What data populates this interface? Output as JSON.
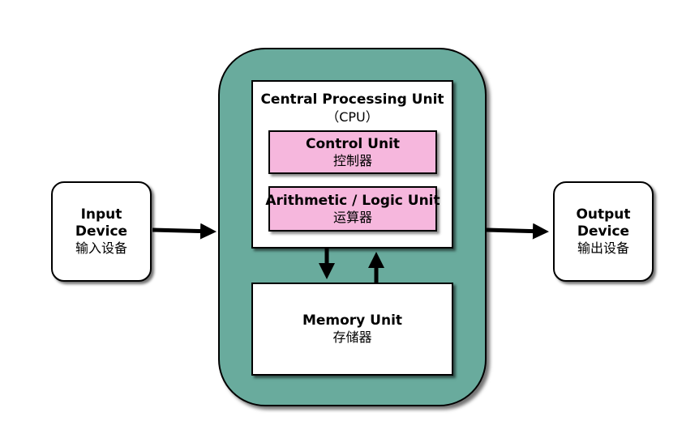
{
  "colors": {
    "computer_fill": "#69ab9d",
    "unit_fill": "#f6b7dd",
    "stroke": "#000000"
  },
  "input_device": {
    "line1": "Input",
    "line2": "Device",
    "zh": "输入设备"
  },
  "output_device": {
    "line1": "Output",
    "line2": "Device",
    "zh": "输出设备"
  },
  "cpu": {
    "title": "Central Processing Unit",
    "abbr": "（CPU）",
    "control_unit": {
      "en": "Control Unit",
      "zh": "控制器"
    },
    "alu": {
      "en": "Arithmetic / Logic Unit",
      "zh": "运算器"
    }
  },
  "memory": {
    "en": "Memory Unit",
    "zh": "存储器"
  }
}
